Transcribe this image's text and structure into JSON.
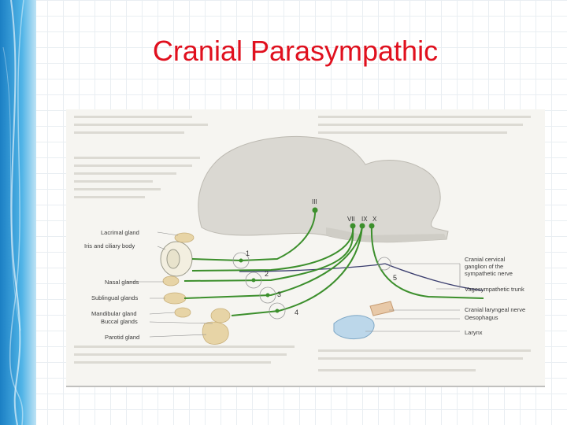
{
  "slide": {
    "title": "Cranial Parasympathic",
    "accent": "#e0101e",
    "sidebar_colors": [
      "#1b7fc4",
      "#4fb3e6",
      "#bfe3f5"
    ]
  },
  "diagram": {
    "left_labels": [
      "Lacrimal gland",
      "Iris and ciliary body",
      "Nasal glands",
      "Sublingual glands",
      "Mandibular gland",
      "Buccal glands",
      "Parotid gland"
    ],
    "right_labels": [
      "Cranial cervical",
      "ganglion of the",
      "sympathetic nerve",
      "Vagosympathetic trunk",
      "Cranial laryngeal nerve",
      "Oesophagus",
      "Larynx"
    ],
    "nerve_labels": [
      "III",
      "VII",
      "IX",
      "X"
    ],
    "ganglion_numbers": [
      "1",
      "2",
      "3",
      "4",
      "5"
    ],
    "nerve_color": "#3c8f2c"
  }
}
